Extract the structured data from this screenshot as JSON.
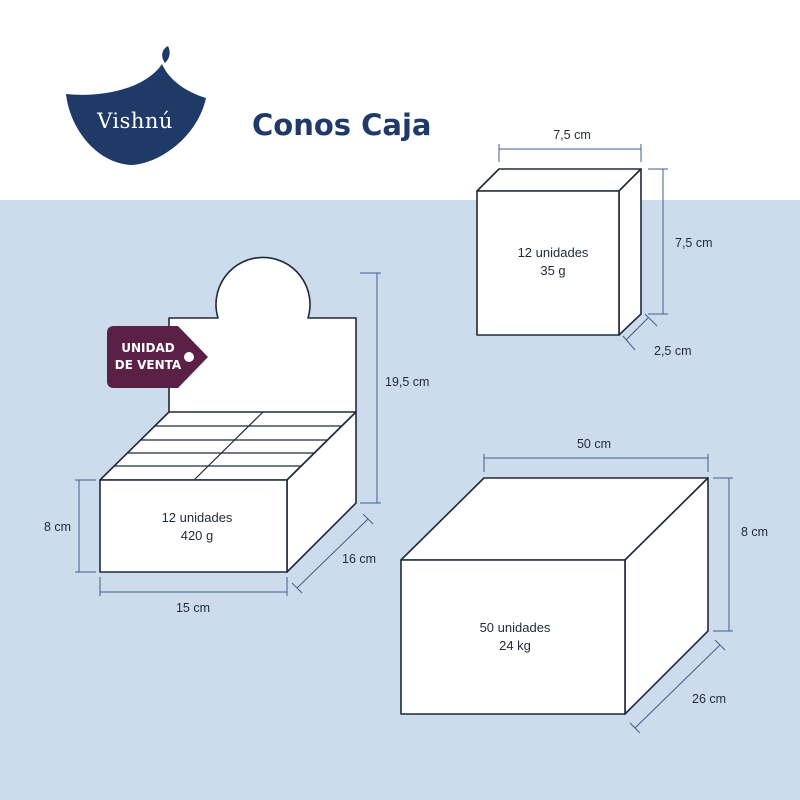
{
  "header": {
    "brand": "Vishnú",
    "title": "Conos Caja"
  },
  "colors": {
    "background_panel": "#cddcec",
    "brand_navy": "#1f3a66",
    "tag_purple": "#5a2046",
    "dimension_line": "#3f5f8f"
  },
  "small_box": {
    "width_label": "7,5 cm",
    "height_label": "7,5 cm",
    "depth_label": "2,5 cm",
    "units": "12 unidades",
    "weight": "35 g"
  },
  "display_box": {
    "tag_line1": "UNIDAD",
    "tag_line2": "DE VENTA",
    "height_label": "19,5 cm",
    "box_height_label": "8 cm",
    "depth_label": "16 cm",
    "width_label": "15 cm",
    "units": "12 unidades",
    "weight": "420 g"
  },
  "master_box": {
    "width_label": "50 cm",
    "height_label": "8 cm",
    "depth_label": "26 cm",
    "units": "50 unidades",
    "weight": "24 kg"
  }
}
